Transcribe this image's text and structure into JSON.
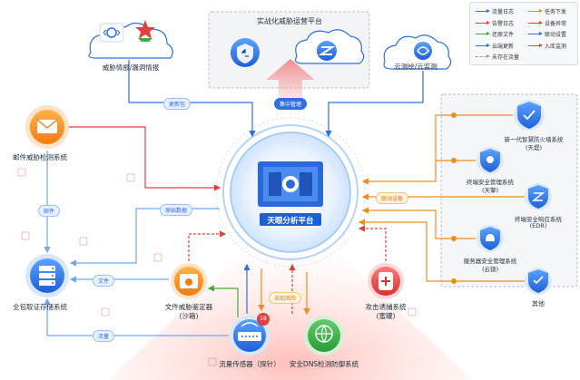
{
  "legend": {
    "items": [
      {
        "label": "流量日志",
        "color": "#2f6fe0"
      },
      {
        "label": "告警日志",
        "color": "#e0413d"
      },
      {
        "label": "还原文件",
        "color": "#3cae3c"
      },
      {
        "label": "云端更新",
        "color": "#2f6fe0"
      },
      {
        "label": "未存在流量",
        "color": "#9aa3ad"
      },
      {
        "label": "任务下发",
        "color": "#f08c1a"
      },
      {
        "label": "设备异常",
        "color": "#e0413d"
      },
      {
        "label": "联动设置",
        "color": "#2f6fe0"
      },
      {
        "label": "入库监测",
        "color": "#e0413d"
      }
    ]
  },
  "platform": {
    "title": "实战化威胁运营平台"
  },
  "intel": {
    "label": "威胁情报/漏洞情报"
  },
  "cloud_monitor": {
    "label": "云测绘/云监测"
  },
  "core": {
    "label": "天眼分析平台"
  },
  "left_nodes": [
    {
      "label": "邮件威胁检测系统"
    },
    {
      "label": "全包取证存储系统"
    }
  ],
  "bottom_nodes": [
    {
      "label": "文件威胁鉴定器",
      "sub": "(沙箱)"
    },
    {
      "label": "流量传感器（探针）",
      "badge": "18"
    },
    {
      "label": "安全DNS检测防御系统"
    },
    {
      "label": "攻击诱捕系统",
      "sub": "(蜜罐)"
    }
  ],
  "right_nodes": [
    {
      "label": "新一代智慧防火墙系统",
      "sub": "(天堤)"
    },
    {
      "label": "终端安全管理系统",
      "sub": "(天擎)"
    },
    {
      "label": "终端安全响应系统",
      "sub": "(EDR)"
    },
    {
      "label": "服务器安全管理系统",
      "sub": "(云锁)"
    },
    {
      "label": "其他"
    }
  ],
  "tags": {
    "update": "更新包",
    "central": "集中管理",
    "mail": "邮件",
    "raw": "原始数据",
    "file": "文件",
    "flow": "流量",
    "linkage": "联动设备",
    "dns": "未知风险"
  },
  "colors": {
    "blue": "#2f6fe0",
    "orange": "#f08c1a",
    "red": "#e0413d",
    "green": "#3cae3c",
    "light_blue": "#4a90e2"
  }
}
